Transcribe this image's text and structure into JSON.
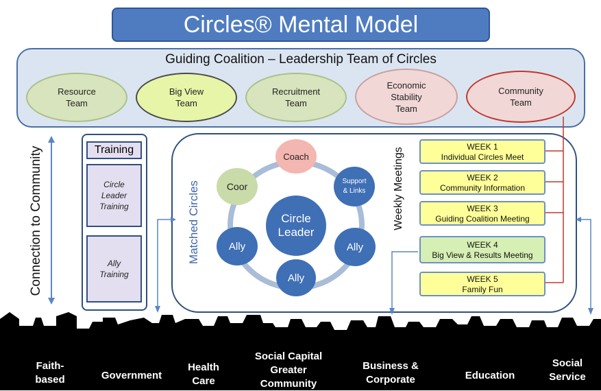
{
  "title": "Circles® Mental Model",
  "coalition": {
    "title": "Guiding Coalition – Leadership Team of Circles",
    "teams": [
      {
        "label": "Resource\nTeam",
        "color": "#d7e4bd"
      },
      {
        "label": "Big View\nTeam",
        "color": "#e6f5a8"
      },
      {
        "label": "Recruitment\nTeam",
        "color": "#d7e4bd"
      },
      {
        "label": "Economic\nStability\nTeam",
        "color": "#f2d7d7"
      },
      {
        "label": "Community\nTeam",
        "color": "#f2d7d7"
      }
    ]
  },
  "side_label": "Connection to Community",
  "training": {
    "header": "Training",
    "items": [
      "Circle\nLeader\nTraining",
      "Ally\nTraining"
    ]
  },
  "matched": {
    "label": "Matched Circles",
    "center": "Circle\nLeader",
    "nodes": [
      "Coach",
      "Support\n& Links",
      "Ally",
      "Ally",
      "Ally",
      "Coor"
    ]
  },
  "weekly": {
    "label": "Weekly Meetings",
    "weeks": [
      {
        "week": "WEEK 1",
        "text": "Individual Circles Meet"
      },
      {
        "week": "WEEK 2",
        "text": "Community Information"
      },
      {
        "week": "WEEK 3",
        "text": "Guiding Coalition Meeting"
      },
      {
        "week": "WEEK 4",
        "text": "Big View & Results Meeting"
      },
      {
        "week": "WEEK 5",
        "text": "Family Fun"
      }
    ]
  },
  "sectors": [
    "Faith-\nbased",
    "Government",
    "Health\nCare",
    "Social Capital\nGreater\nCommunity",
    "Business &\nCorporate",
    "Education",
    "Social\nService"
  ],
  "colors": {
    "title_fill": "#4f7cc0",
    "coalition_fill": "#dbe5f1",
    "circle_blue": "#3f6fb5",
    "coach_fill": "#f4b6b0",
    "coor_fill": "#c9dba8",
    "ring": "#a9bcd8",
    "week_fill": "#ffff99",
    "week4_fill": "#d6efb4",
    "community_line": "#c0392b",
    "skyline": "#000000"
  }
}
